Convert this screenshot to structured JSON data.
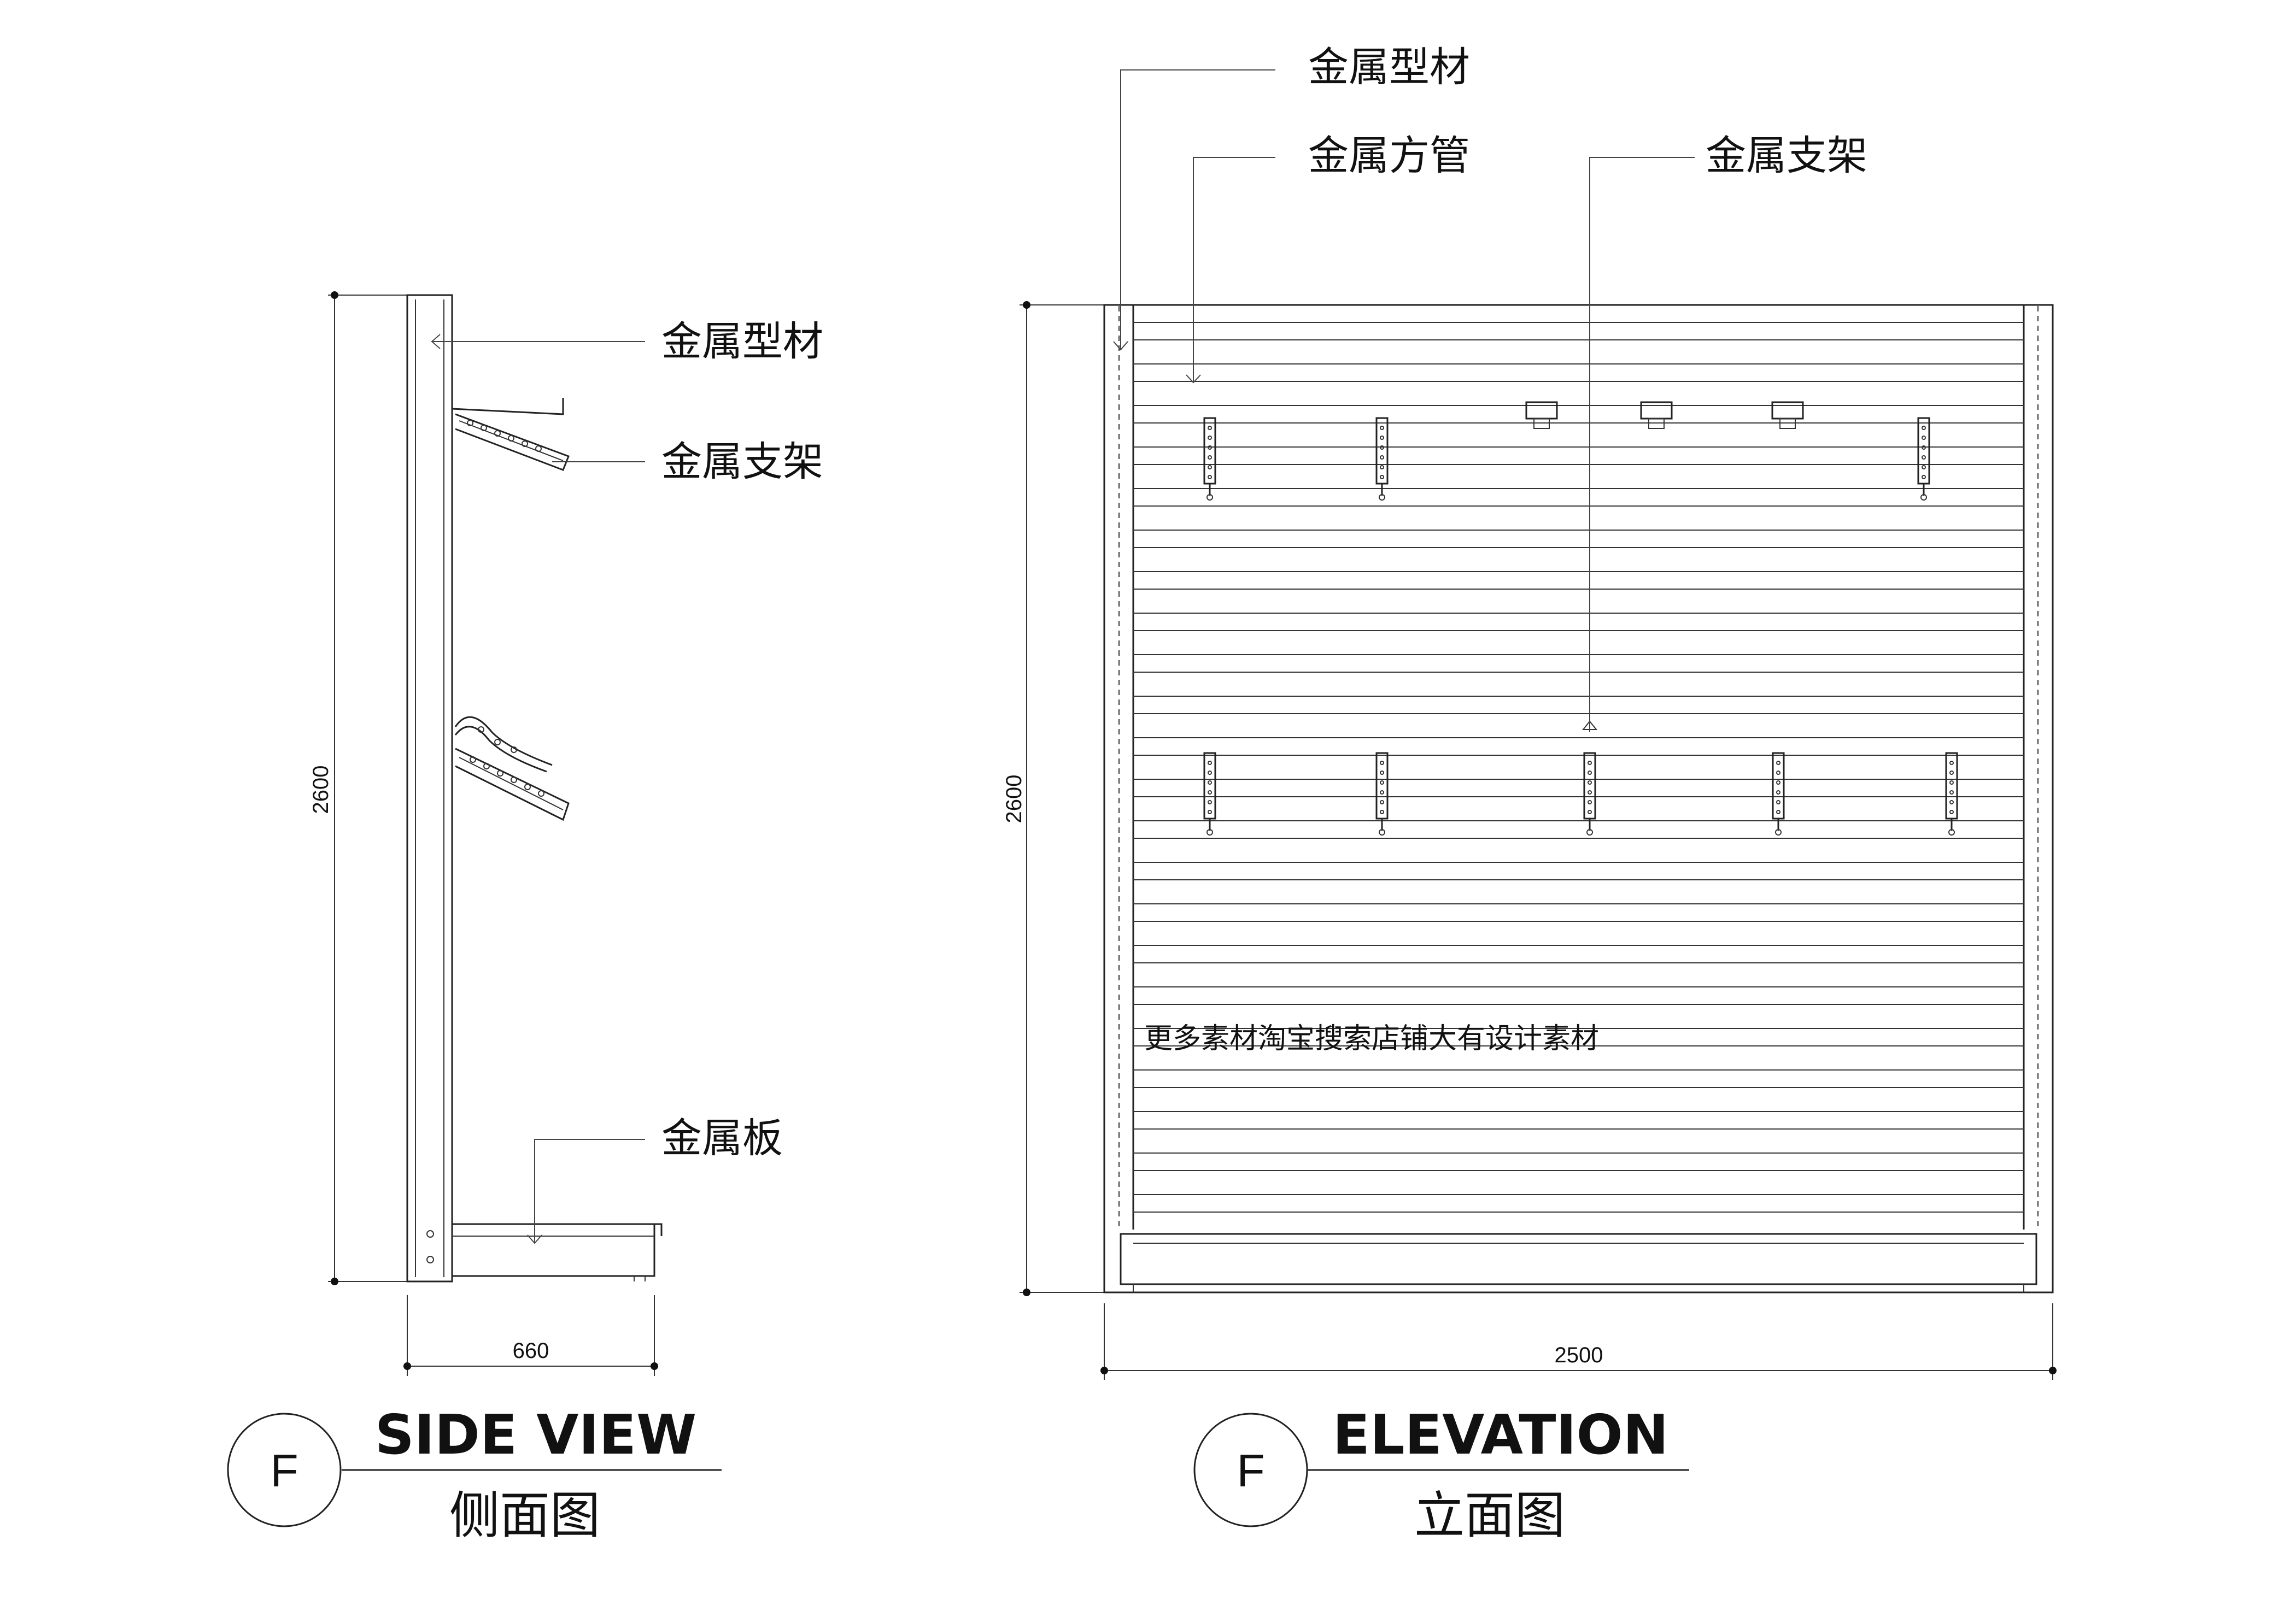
{
  "side_view": {
    "labels": {
      "profile": "金属型材",
      "bracket": "金属支架",
      "plate": "金属板"
    },
    "dimensions": {
      "height": "2600",
      "depth": "660"
    },
    "title": {
      "badge": "F",
      "english": "SIDE VIEW",
      "chinese": "侧面图"
    }
  },
  "elevation": {
    "labels": {
      "profile": "金属型材",
      "square_tube": "金属方管",
      "bracket": "金属支架"
    },
    "dimensions": {
      "height": "2600",
      "width": "2500"
    },
    "watermark": "更多素材淘宝搜索店铺大有设计素材",
    "title": {
      "badge": "F",
      "english": "ELEVATION",
      "chinese": "立面图"
    }
  }
}
